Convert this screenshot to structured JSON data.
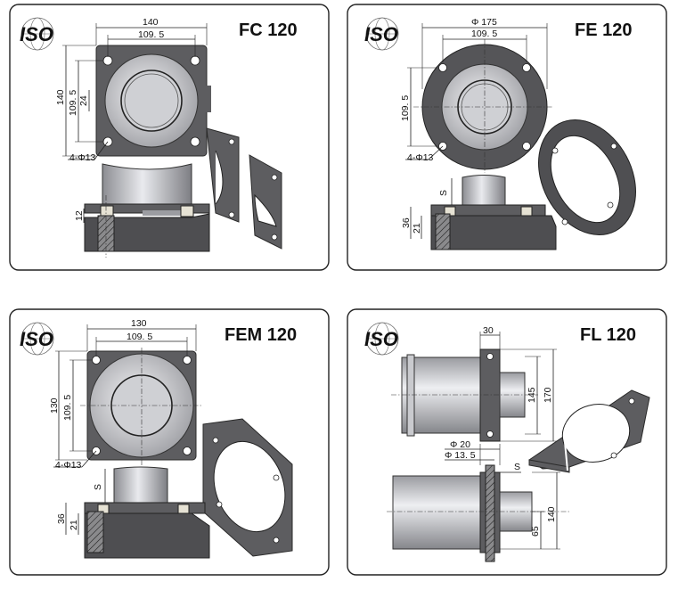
{
  "panels": [
    {
      "title": "FC 120",
      "iso": "ISO",
      "dims": {
        "width": "140",
        "inner": "109. 5",
        "height": "140",
        "vinner": "109. 5",
        "small": "24",
        "holes": "4-Φ13",
        "thk": "12"
      }
    },
    {
      "title": "FE 120",
      "iso": "ISO",
      "dims": {
        "dia": "Φ 175",
        "inner": "109. 5",
        "vinner": "109. 5",
        "holes": "4-Φ13",
        "s": "S",
        "h1": "36",
        "h2": "21"
      }
    },
    {
      "title": "FEM 120",
      "iso": "ISO",
      "dims": {
        "width": "130",
        "inner": "109. 5",
        "height": "130",
        "vinner": "109. 5",
        "holes": "4-Φ13",
        "s": "S",
        "h1": "36",
        "h2": "21"
      }
    },
    {
      "title": "FL 120",
      "iso": "ISO",
      "dims": {
        "w": "30",
        "h1": "145",
        "h2": "170",
        "d1": "Φ 20",
        "d2": "Φ 13. 5",
        "s": "S",
        "v1": "140",
        "v2": "65"
      }
    }
  ],
  "colors": {
    "plate": "#5d5d60",
    "body": "#a9aaae",
    "outline": "#222222"
  }
}
